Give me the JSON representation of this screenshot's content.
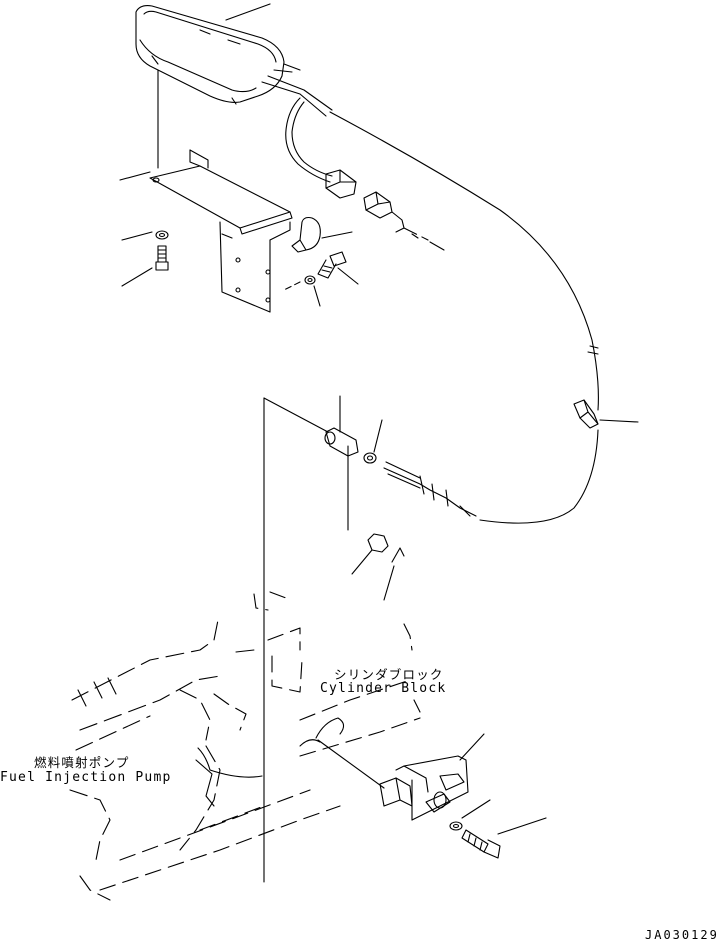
{
  "labels": {
    "cylinder_block_jp": "シリンダブロック",
    "cylinder_block_en": "Cylinder Block",
    "fuel_injection_pump_jp": "燃料噴射ポンプ",
    "fuel_injection_pump_en": "Fuel Injection Pump",
    "drawing_code": "JA030129"
  },
  "colors": {
    "line": "#000000",
    "background": "#ffffff"
  }
}
